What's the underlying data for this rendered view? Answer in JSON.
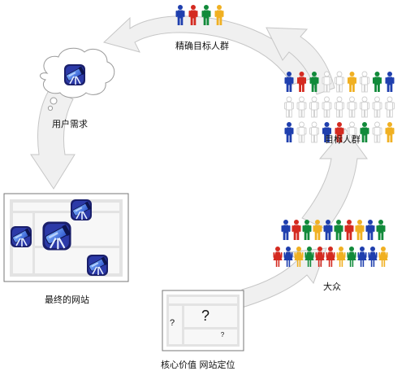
{
  "labels": {
    "precise_target": "精确目标人群",
    "user_needs": "用户需求",
    "target_group": "目标人群",
    "final_site": "最终的网站",
    "masses": "大众",
    "core_value": "核心价值 网站定位"
  },
  "placeholders": {
    "large": "?",
    "small_left": "?",
    "small_right": "?"
  },
  "colors": {
    "blue": "#1f3fae",
    "red": "#d42a20",
    "green": "#118a3a",
    "yellow": "#f0b022",
    "outline": "#cfcfcf",
    "arrow": "#f0f0f0",
    "arrow_stroke": "#c6c6c6"
  },
  "icons": [
    "telescope-icon",
    "person-icon",
    "woman-icon",
    "thought-cloud-icon"
  ]
}
